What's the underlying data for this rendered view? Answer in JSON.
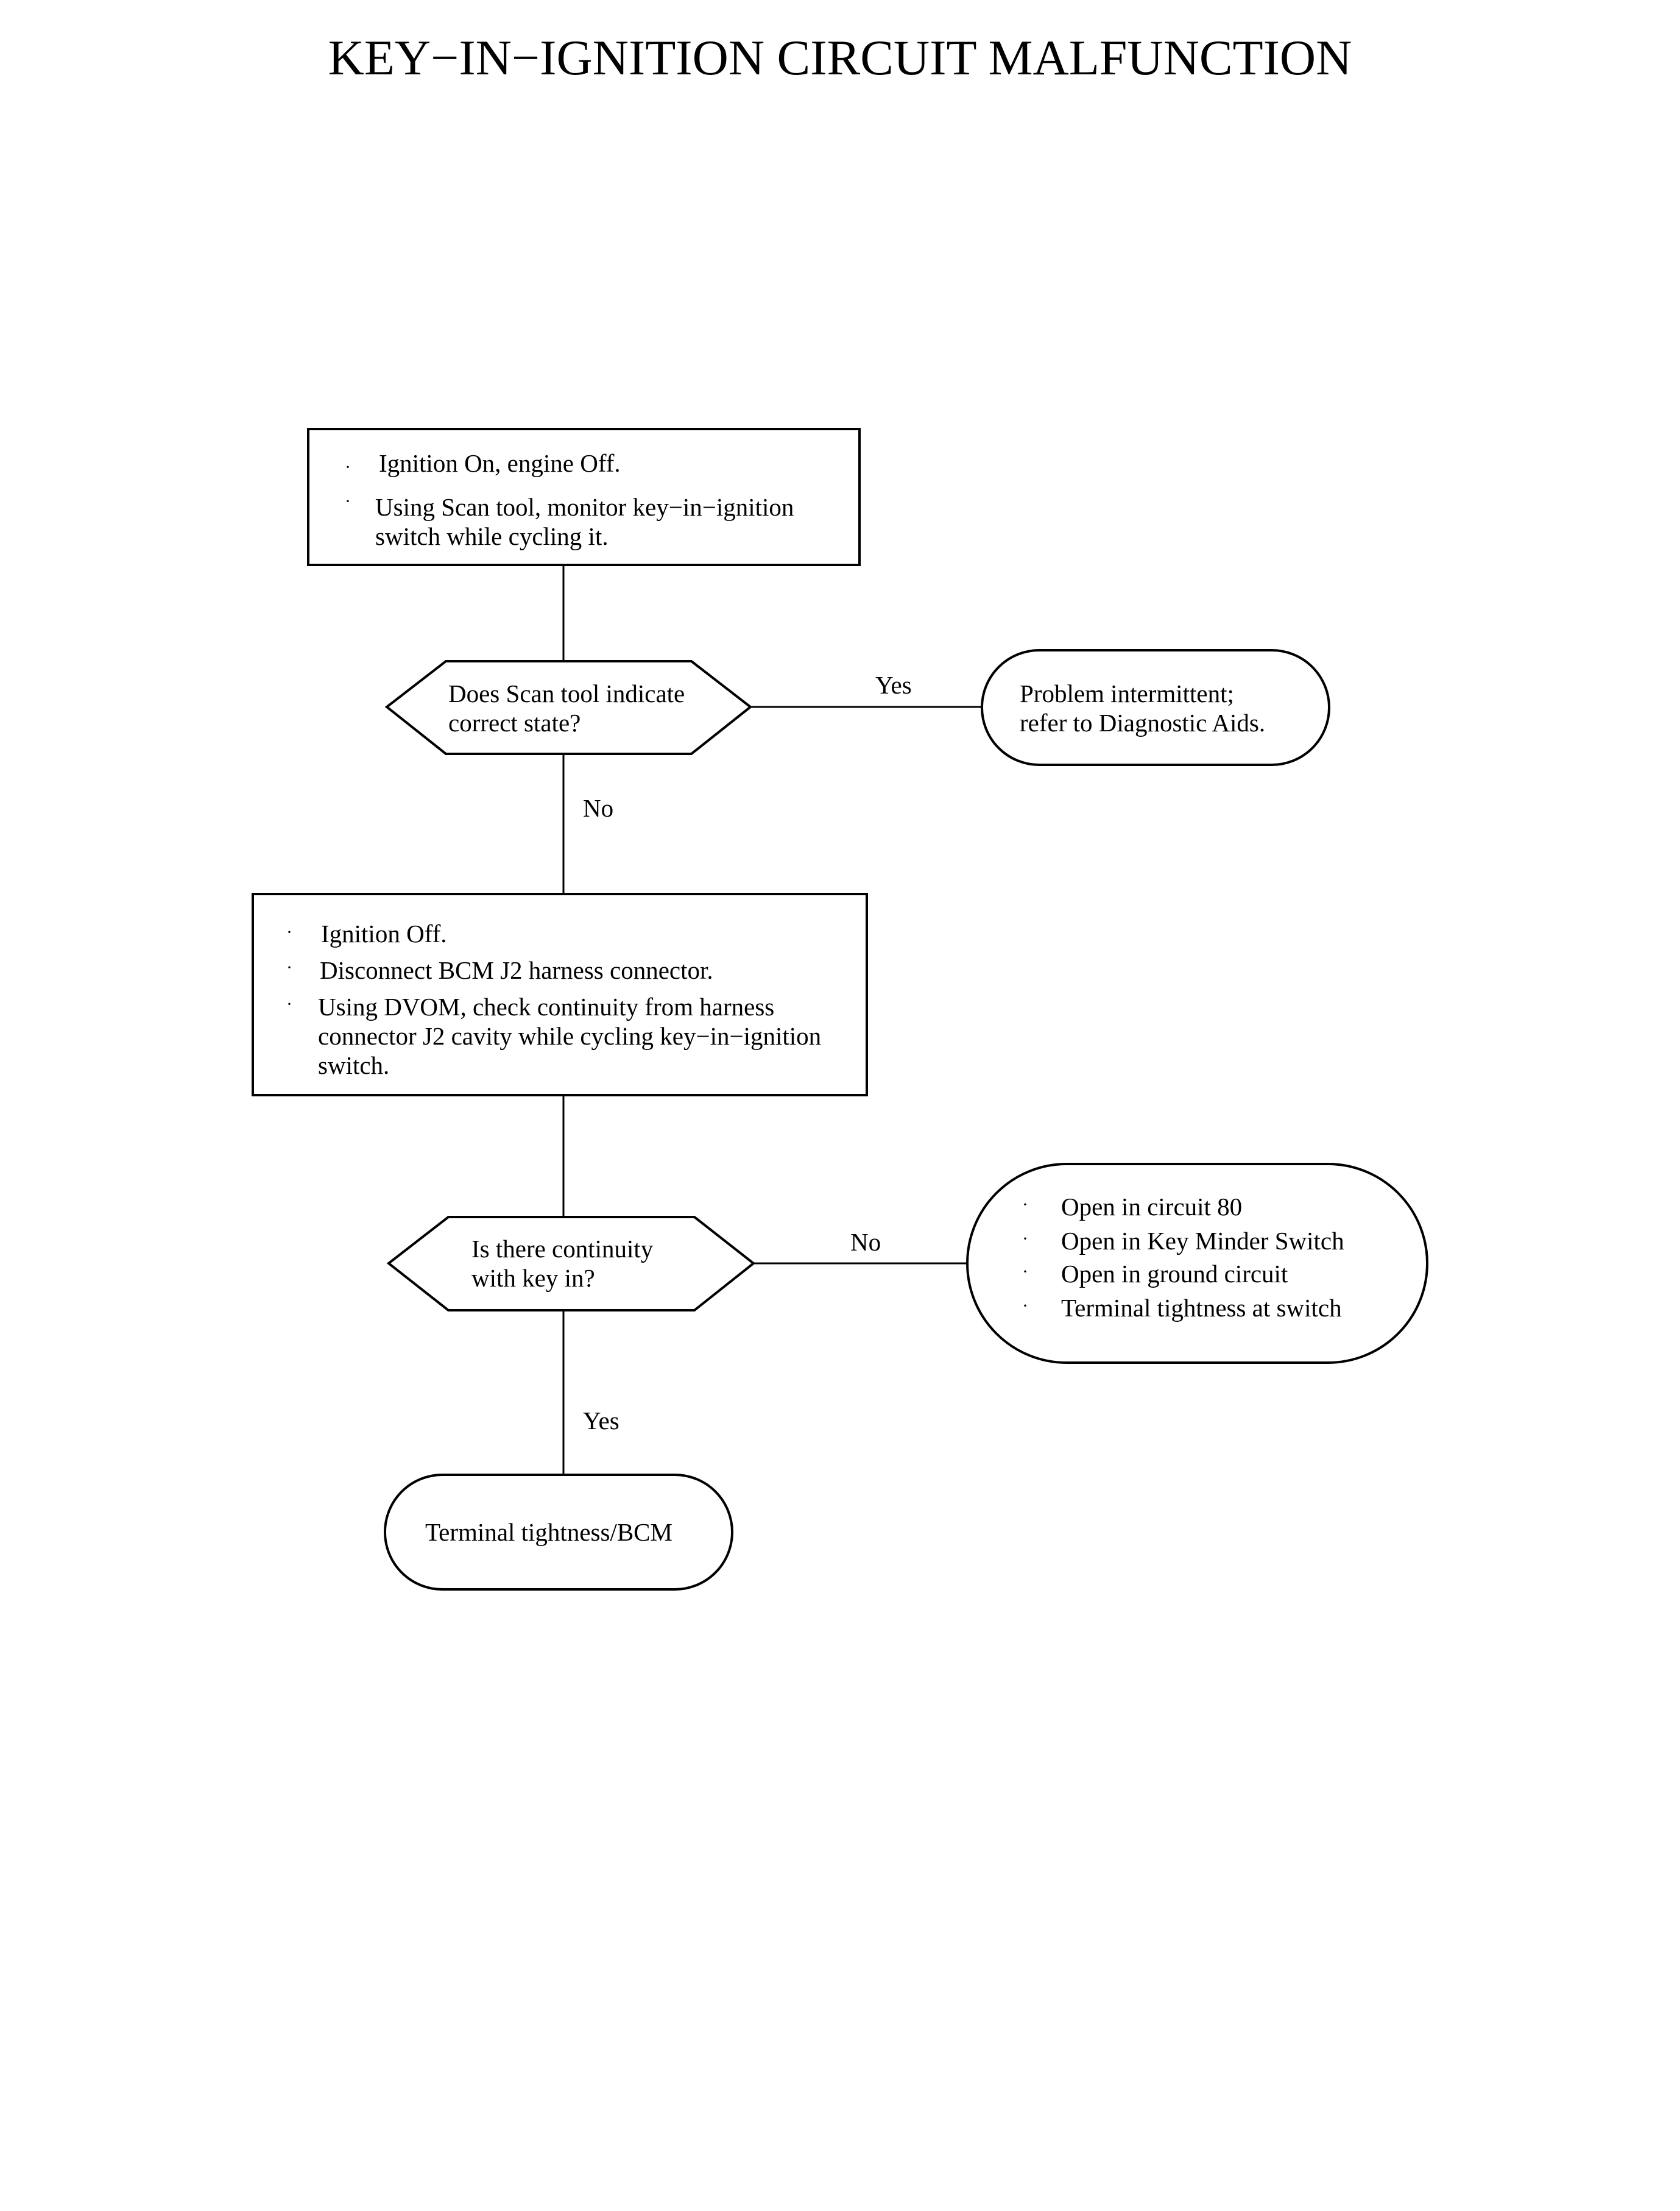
{
  "title": "KEY−IN−IGNITION CIRCUIT MALFUNCTION",
  "nodes": {
    "step1": {
      "bullets": [
        "Ignition On, engine Off.",
        "Using Scan tool, monitor key−in−ignition",
        "switch while cycling it."
      ]
    },
    "decision1": {
      "lines": [
        "Does Scan tool indicate",
        "correct state?"
      ]
    },
    "result1": {
      "lines": [
        "Problem intermittent;",
        "refer to Diagnostic Aids."
      ]
    },
    "step2": {
      "lines": [
        "Ignition Off.",
        "Disconnect BCM J2 harness connector.",
        "Using DVOM, check continuity from harness",
        "connector J2 cavity while cycling key−in−ignition",
        "switch."
      ]
    },
    "decision2": {
      "lines": [
        "Is there continuity",
        "with key in?"
      ]
    },
    "result2": {
      "lines": [
        "Open in circuit 80",
        "Open in Key Minder Switch",
        "Open in ground circuit",
        "Terminal tightness at switch"
      ]
    },
    "result3": {
      "label": "Terminal tightness/BCM"
    }
  },
  "edges": {
    "d1_yes": "Yes",
    "d1_no": "No",
    "d2_no": "No",
    "d2_yes": "Yes"
  },
  "bullet_glyph": "·"
}
